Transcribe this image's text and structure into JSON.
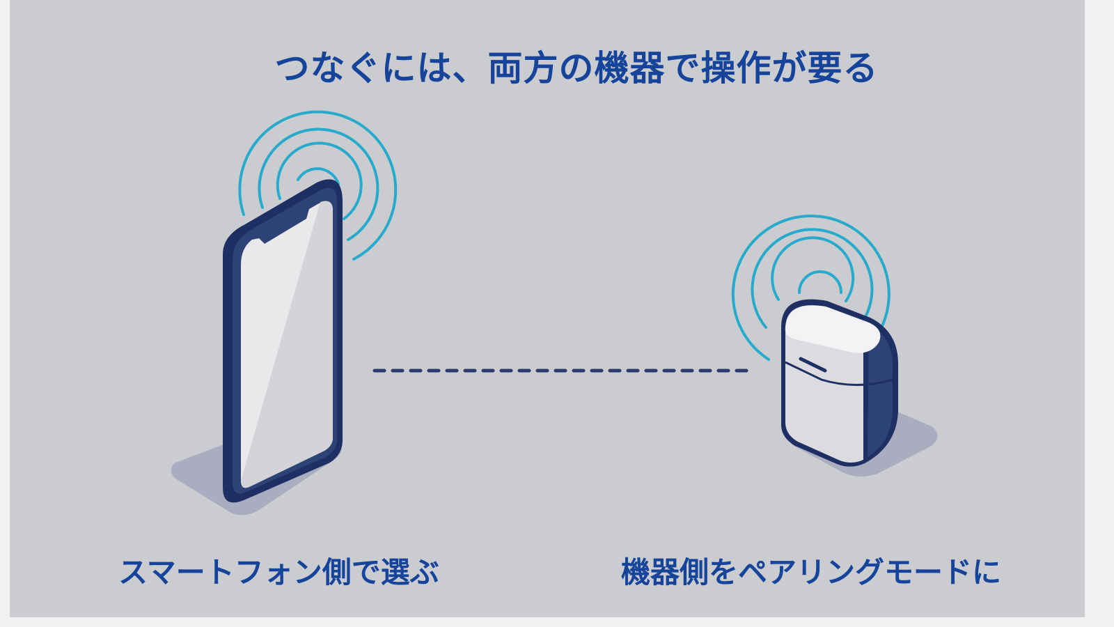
{
  "title": "つなぐには、両方の機器で操作が要る",
  "phone_label": "スマートフォン側で選ぶ",
  "device_label": "機器側をペアリングモードに",
  "icons": {
    "phone": "smartphone-icon",
    "phone_signal": "wireless-signal-icon",
    "case": "earbuds-case-icon",
    "case_signal": "wireless-signal-icon"
  },
  "colors": {
    "background": "#cbccd0",
    "title_text": "#16449a",
    "device_outline": "#1e2f63",
    "signal": "#27aacc",
    "shadow": "#a6a8be",
    "link_line": "#2b3a6b"
  }
}
